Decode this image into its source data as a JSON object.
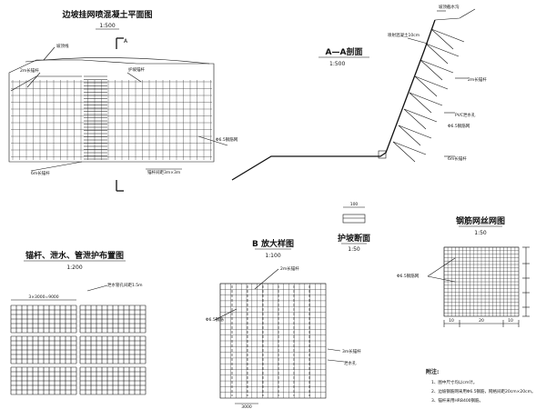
{
  "drawing": {
    "plan_view": {
      "title": "边坡挂网喷混凝土平面图",
      "scale": "1:500",
      "section_mark": "A",
      "labels": {
        "top_line": "坡顶线",
        "slope": "2m长锚杆",
        "right_top": "护坡锚杆",
        "right_mid": "Φ6.5钢筋网",
        "bottom_left": "6m长锚杆",
        "bottom_mid": "锚杆间距3m×3m"
      }
    },
    "section_aa": {
      "title": "A—A剖面",
      "scale": "1:500",
      "labels": {
        "top": "坡顶截水沟",
        "mesh": "喷射混凝土10cm",
        "anchor1": "2m长锚杆",
        "pvc": "PVC泄水孔",
        "phi": "Φ6.5钢筋网",
        "bottom": "6m长锚杆"
      }
    },
    "layout_plan": {
      "title": "锚杆、泄水、管泄护布置图",
      "scale": "1:200",
      "top_dim": "3×3000=9000",
      "note": "泄水管孔间距1.5m"
    },
    "detail_b": {
      "title": "B 放大样图",
      "scale": "1:100",
      "labels": {
        "top": "2m长锚杆",
        "left": "Φ6.5钢筋",
        "right1": "3m长锚杆",
        "right2": "泄水孔"
      },
      "dim": "3000"
    },
    "slope_section": {
      "title": "护坡断面",
      "scale": "1:50",
      "dim": "100"
    },
    "mesh_detail": {
      "title": "钢筋网丝网图",
      "scale": "1:50",
      "left_label": "Φ6.5钢筋网",
      "dims": [
        "10",
        "20",
        "10"
      ]
    },
    "notes": {
      "heading": "附注:",
      "items": [
        "1、图中尺寸均以cm计。",
        "2、边坡钢筋网采用Φ6.5钢筋，网格间距20cm×20cm。",
        "3、锚杆采用HRB400钢筋。"
      ]
    }
  }
}
